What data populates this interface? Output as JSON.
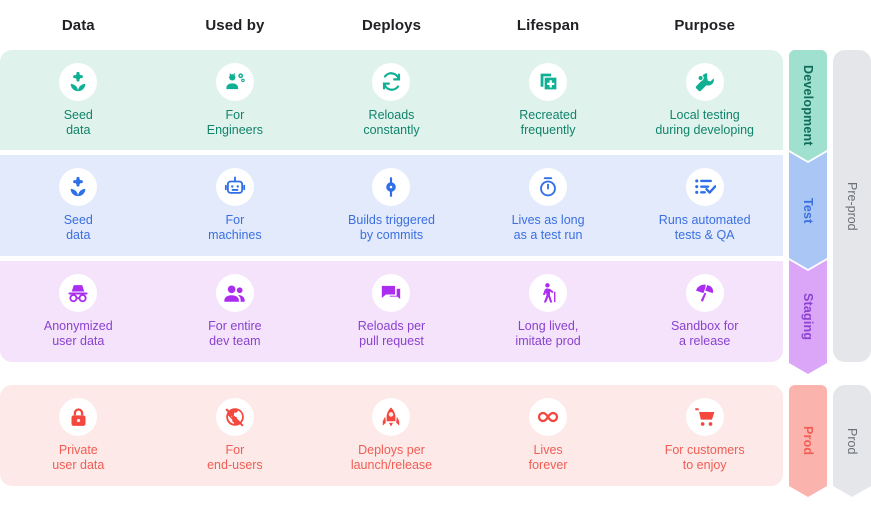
{
  "columns": [
    {
      "label": "Data"
    },
    {
      "label": "Used by"
    },
    {
      "label": "Deploys"
    },
    {
      "label": "Lifespan"
    },
    {
      "label": "Purpose"
    }
  ],
  "rows": [
    {
      "stage": "Development",
      "accent": "#12836b",
      "bar_color": "#9fe0cf",
      "background": "#dff3ec",
      "cells": [
        {
          "icon": "seed-flower-icon",
          "label": "Seed\ndata"
        },
        {
          "icon": "engineer-person-gear-icon",
          "label": "For\nEngineers"
        },
        {
          "icon": "refresh-loop-icon",
          "label": "Reloads\nconstantly"
        },
        {
          "icon": "copy-add-icon",
          "label": "Recreated\nfrequently"
        },
        {
          "icon": "wrench-icon",
          "label": "Local testing\nduring developing"
        }
      ]
    },
    {
      "stage": "Test",
      "accent": "#3b6fe0",
      "bar_color": "#a9c6f5",
      "background": "#e2eafc",
      "cells": [
        {
          "icon": "seed-flower-icon",
          "label": "Seed\ndata"
        },
        {
          "icon": "robot-icon",
          "label": "For\nmachines"
        },
        {
          "icon": "commit-node-icon",
          "label": "Builds triggered\nby commits"
        },
        {
          "icon": "stopwatch-icon",
          "label": "Lives as long\nas a test run"
        },
        {
          "icon": "checklist-icon",
          "label": "Runs automated\ntests & QA"
        }
      ]
    },
    {
      "stage": "Staging",
      "accent": "#8a42cf",
      "bar_color": "#dba6f8",
      "background": "#f4e3fb",
      "cells": [
        {
          "icon": "incognito-icon",
          "label": "Anonymized\nuser data"
        },
        {
          "icon": "people-group-icon",
          "label": "For entire\ndev team"
        },
        {
          "icon": "comment-chat-icon",
          "label": "Reloads per\npull request"
        },
        {
          "icon": "walking-person-icon",
          "label": "Long lived,\nimitate prod"
        },
        {
          "icon": "beach-umbrella-icon",
          "label": "Sandbox for\na release"
        }
      ]
    },
    {
      "stage": "Prod",
      "accent": "#f15d54",
      "bar_color": "#fbb3ae",
      "background": "#fde9e8",
      "cells": [
        {
          "icon": "lock-icon",
          "label": "Private\nuser data"
        },
        {
          "icon": "public-globe-off-icon",
          "label": "For\nend-users"
        },
        {
          "icon": "rocket-launch-icon",
          "label": "Deploys per\nlaunch/release"
        },
        {
          "icon": "infinity-icon",
          "label": "Lives\nforever"
        },
        {
          "icon": "shopping-cart-icon",
          "label": "For customers\nto enjoy"
        }
      ]
    }
  ],
  "groups": [
    {
      "label": "Pre-prod"
    },
    {
      "label": "Prod"
    }
  ]
}
